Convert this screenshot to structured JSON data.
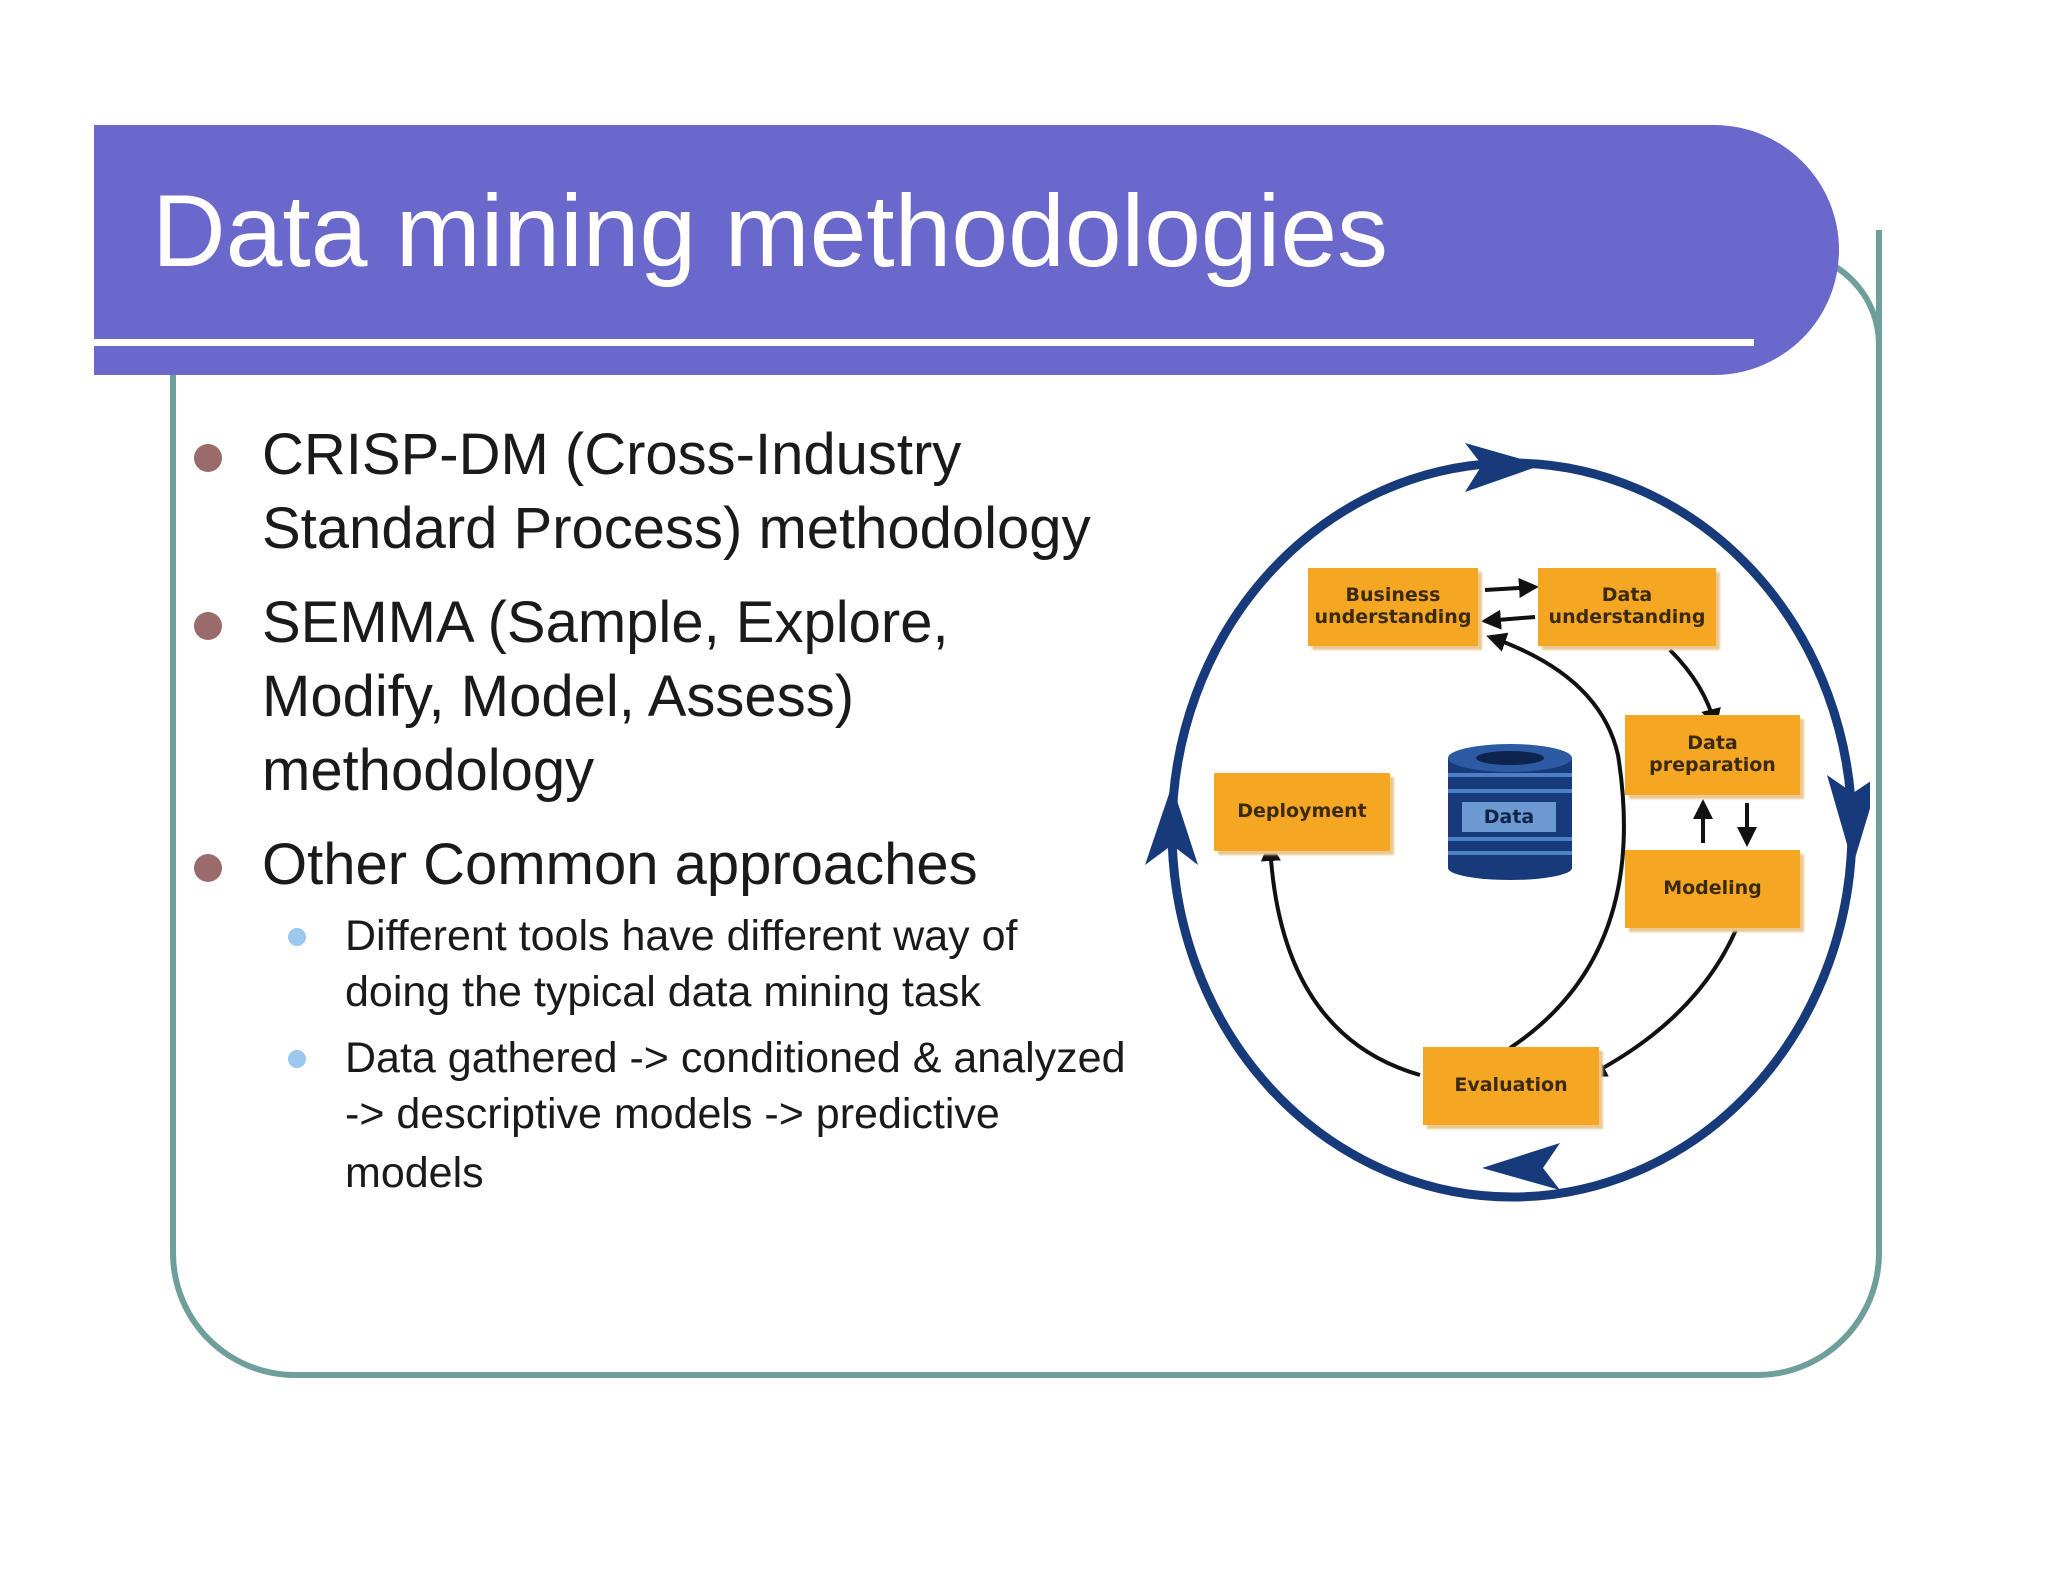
{
  "slide": {
    "title": "Data mining methodologies",
    "bullets": [
      {
        "lines": [
          "CRISP-DM (Cross-Industry",
          "Standard Process) methodology"
        ]
      },
      {
        "lines": [
          "SEMMA (Sample, Explore,",
          "Modify, Model, Assess)",
          "methodology"
        ]
      },
      {
        "lines": [
          "Other Common approaches"
        ],
        "sub": [
          {
            "lines": [
              "Different tools have different way of",
              "doing the typical data mining task"
            ]
          },
          {
            "lines": [
              "Data gathered -> conditioned & analyzed",
              "-> descriptive models -> predictive",
              "models"
            ]
          }
        ]
      }
    ]
  },
  "diagram": {
    "boxes": {
      "business": [
        "Business",
        "understanding"
      ],
      "data_understanding": [
        "Data",
        "understanding"
      ],
      "data_preparation": [
        "Data",
        "preparation"
      ],
      "modeling": "Modeling",
      "evaluation": "Evaluation",
      "deployment": "Deployment"
    },
    "database_label": "Data"
  },
  "colors": {
    "title_band": "#6a68cb",
    "frame": "#6f9f9b",
    "bullet_l1": "#9b6b6b",
    "bullet_l2": "#9cc8f0",
    "box": "#f5a623",
    "cycle_arrow": "#173a7a"
  }
}
